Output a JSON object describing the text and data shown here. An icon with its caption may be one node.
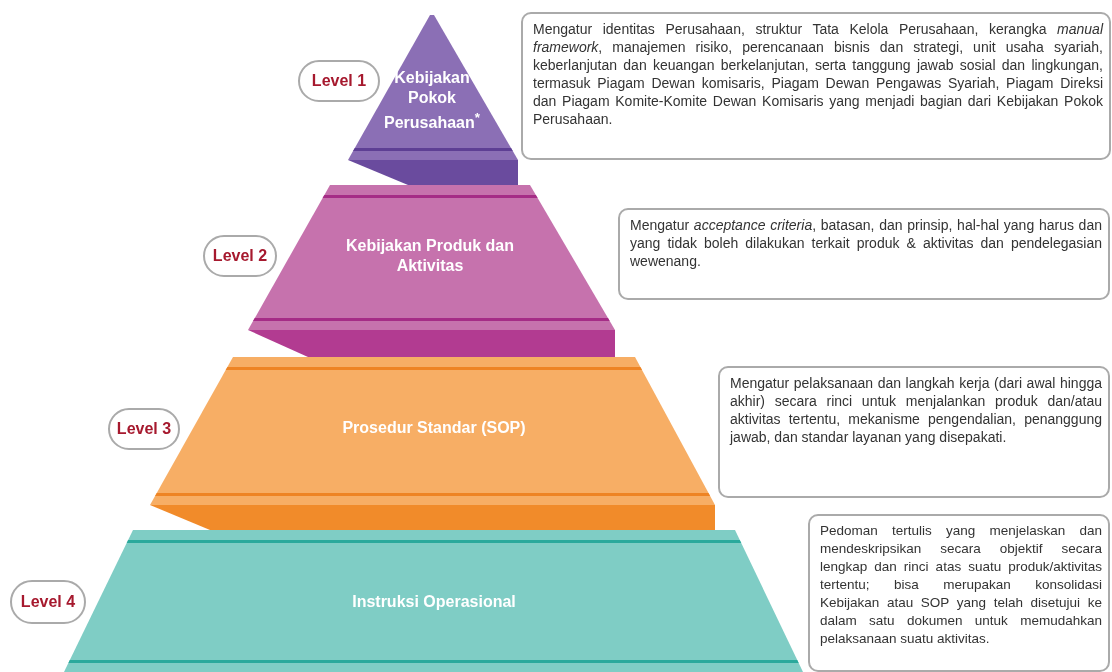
{
  "diagram": {
    "nodes": [
      {
        "text": [
          "Level 1"
        ]
      },
      {
        "text": [
          "Kebijakan Pokok Perusahaan$^{*}$"
        ]
      },
      {
        "text": [
          "Mengatur identitas Perusahaan, struktur Tata Kelola Perusahaan, kerangka *manual framework*, manajemen risiko, perencanaan bisnis dan strategi, unit usaha syariah, keberlanjutan dan keuangan berkelanjutan, serta tanggung jawab sosial dan lingkungan, termasuk Piagam Dewan komisaris, Piagam Dewan Pengawas Syariah, Piagam Direksi dan Piagam Komite-Komite Dewan Komisaris yang menjadi bagian dari Kebijakan Pokok Perusahaan."
        ]
      },
      {
        "text": [
          "Level 2"
        ]
      },
      {
        "text": [
          "Kebijakan Produk dan Aktivitas"
        ]
      },
      {
        "text": [
          "Mengatur *acceptance criteria*, batasan, dan prinsip, hal-hal yang harus dan yang tidak boleh dilakukan terkait produk & aktivitas dan pendelegasian wewenang."
        ]
      },
      {
        "text": [
          "Level 3"
        ]
      },
      {
        "text": [
          "Prosedur Standar (SOP)"
        ]
      },
      {
        "text": [
          "Mengatur pelaksanaan dan langkah kerja (dari awal hingga akhir) secara rinci untuk menjalankan produk dan/atau aktivitas tertentu, mekanisme pengendalian, penanggung jawab, dan standar layanan yang disepakati."
        ]
      },
      {
        "text": [
          "Level 4"
        ]
      },
      {
        "text": [
          "Instruksi Operasional"
        ]
      },
      {
        "text": [
          "Pedoman tertulis yang menjelaskan dan mendeskripsikan secara objektif secara lengkap dan rinci atas suatu produk/aktivitas tertentu; bisa merupakan konsolidasi Kebijakan atau SOP yang telah disetujui ke dalam satu dokumen untuk memudahkan pelaksanaan suatu aktivitas."
        ]
      }
    ],
    "edges": []
  }
}
